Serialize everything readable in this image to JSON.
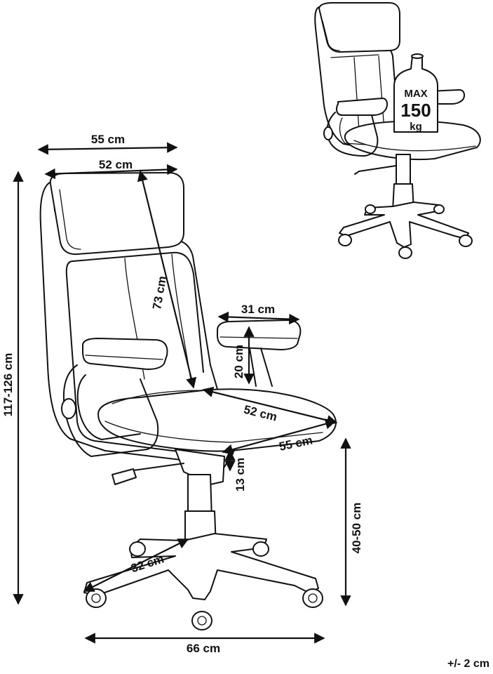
{
  "dimensions": {
    "width_top": "55 cm",
    "width_headrest": "52 cm",
    "backrest_height": "73 cm",
    "armrest_length": "31 cm",
    "armrest_height": "20 cm",
    "seat_depth": "52 cm",
    "seat_width": "55 cm",
    "seat_adjust": "13 cm",
    "total_height": "117-126 cm",
    "seat_height": "40-50 cm",
    "base_leg": "32 cm",
    "base_width": "66 cm"
  },
  "load": {
    "label": "MAX",
    "value": "150",
    "unit": "kg"
  },
  "tolerance": "+/- 2 cm"
}
